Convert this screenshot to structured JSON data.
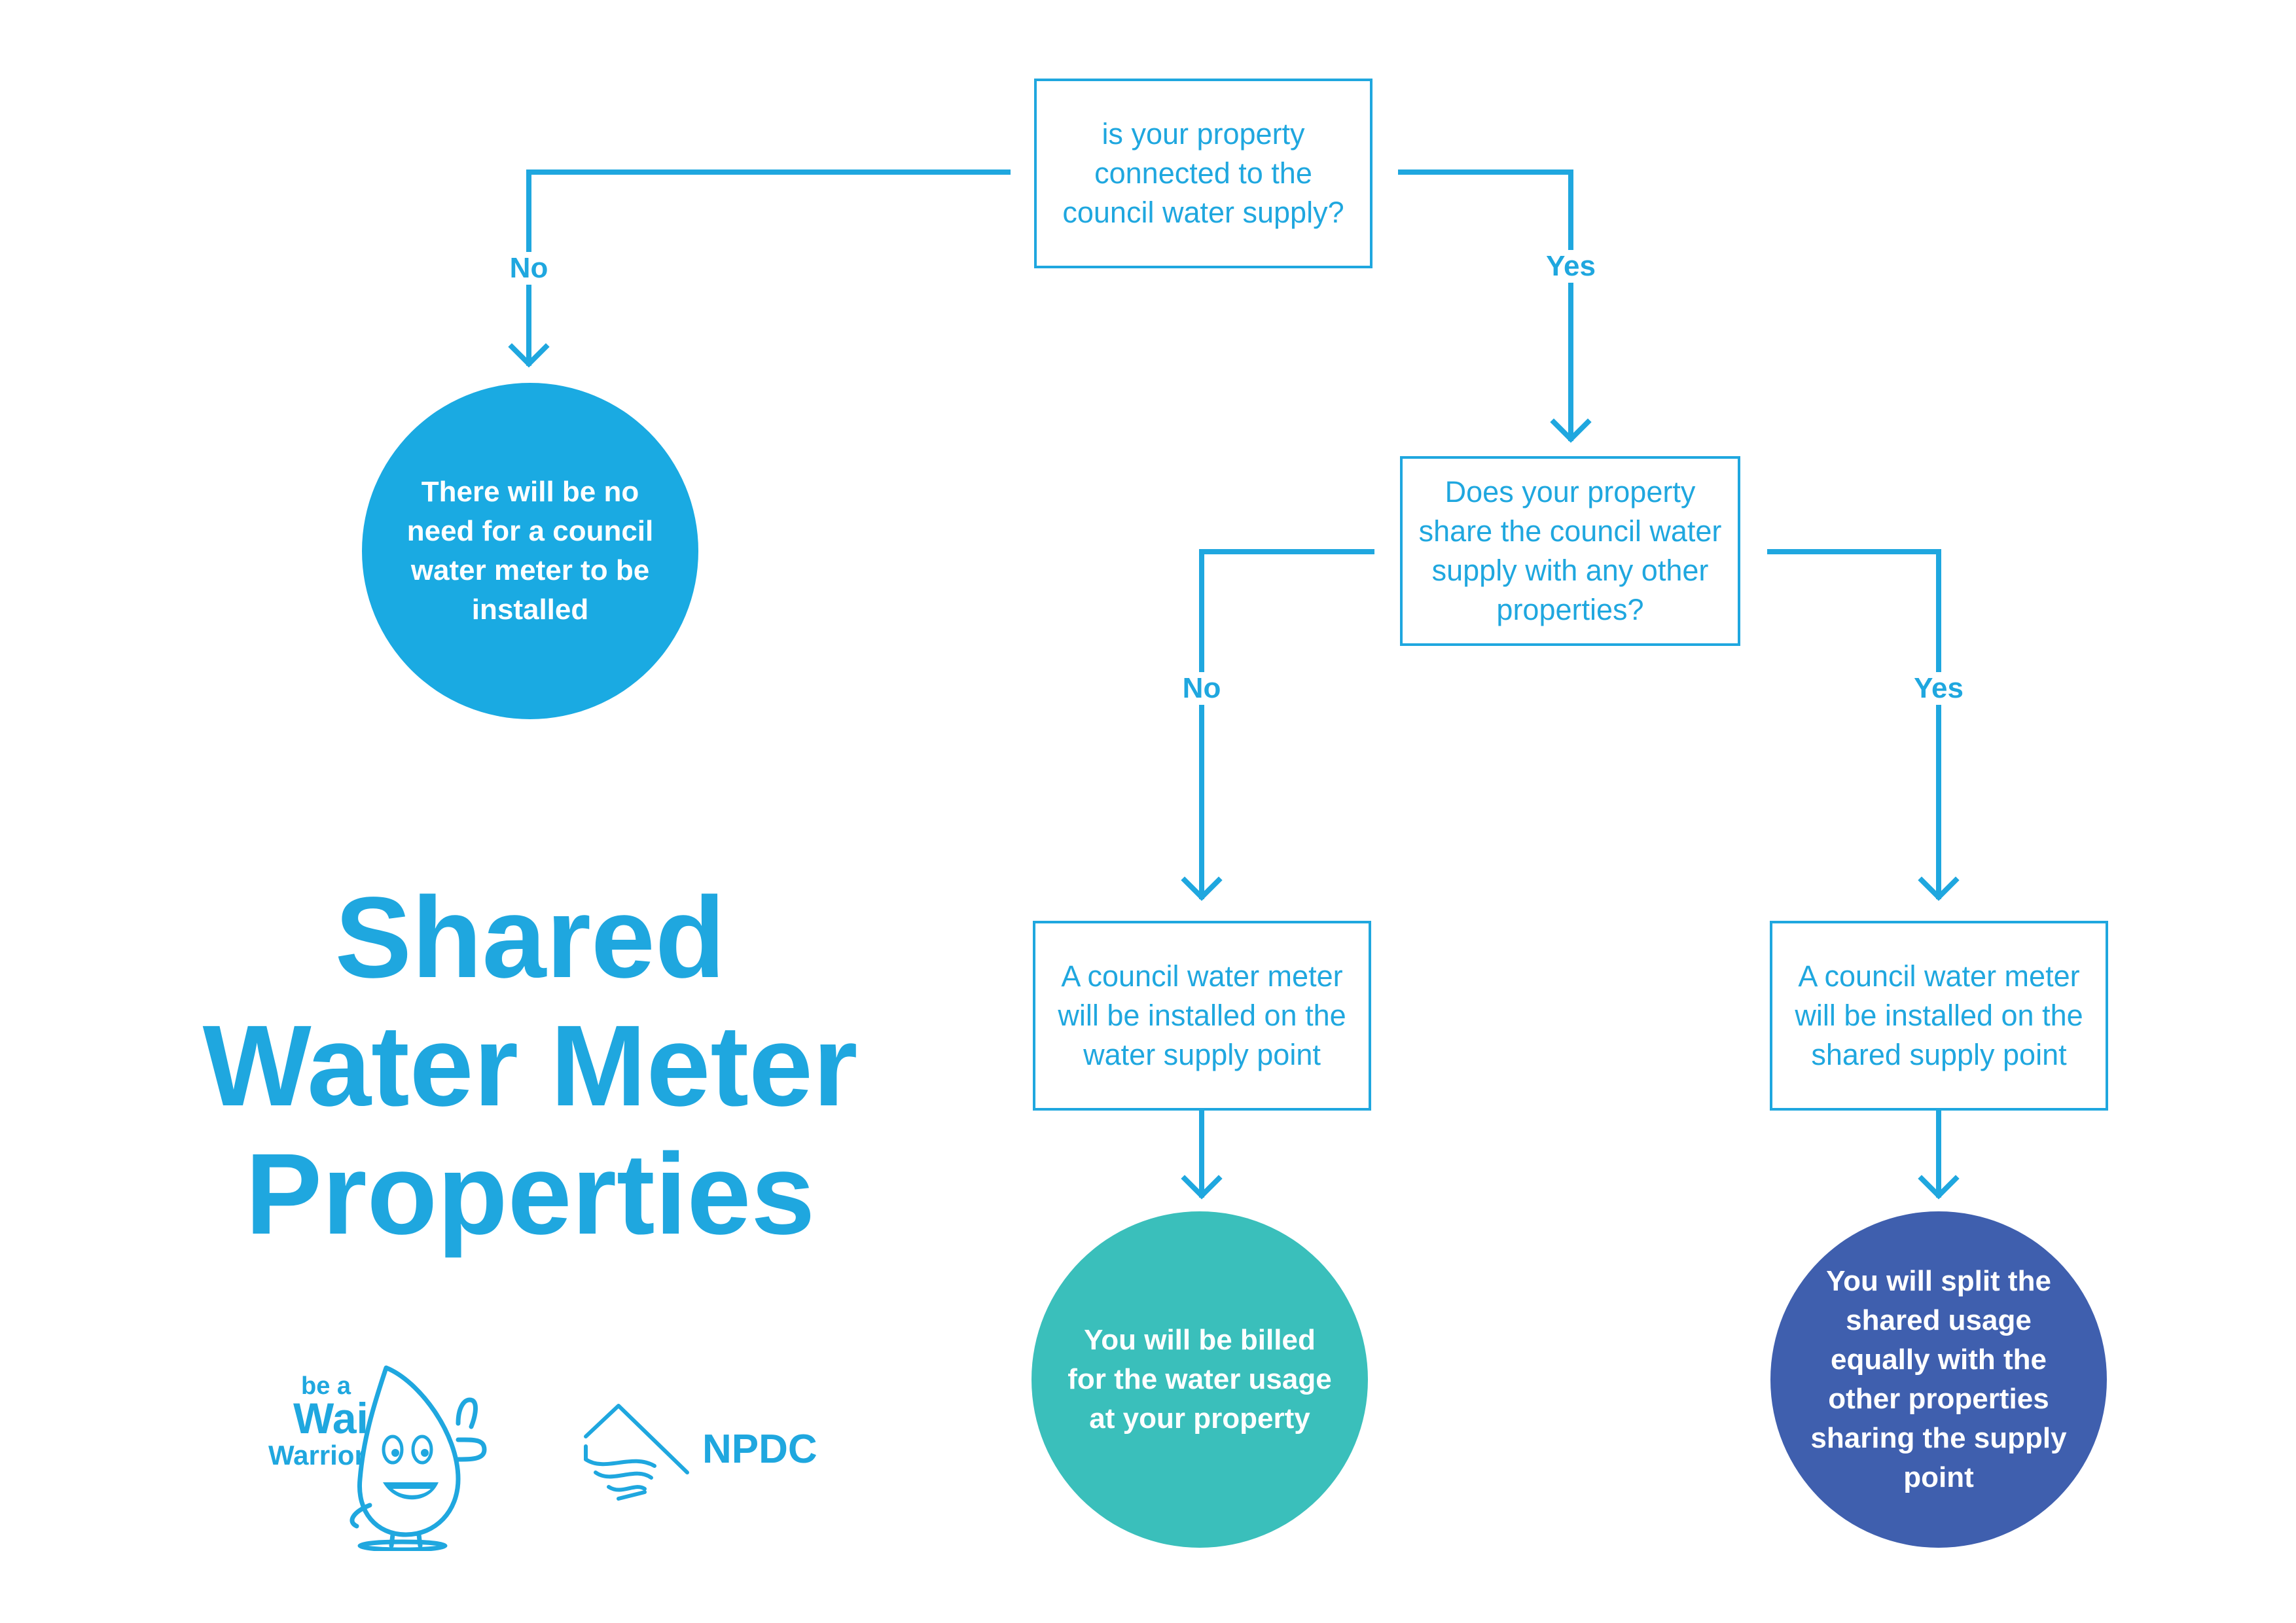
{
  "colors": {
    "primary": "#1fa7df",
    "teal": "#3abfbb",
    "navy": "#3f5fae",
    "white": "#ffffff"
  },
  "title": {
    "line1": "Shared",
    "line2": "Water Meter",
    "line3": "Properties"
  },
  "flow": {
    "q1": "is your property connected to the council water supply?",
    "q2": "Does your property share the council water supply with any other properties?",
    "r_no_connect": "There will be no need for a council water meter to be installed",
    "box_no_share": "A council water meter will be installed on the water supply point",
    "box_share": "A council water meter will be installed on the shared supply point",
    "r_billed": "You will be billed for the water usage at your property",
    "r_split": "You will split the shared usage equally with the other properties sharing the supply point",
    "label_no": "No",
    "label_yes": "Yes"
  },
  "logos": {
    "wai_line1": "be a",
    "wai_line2": "Wai",
    "wai_line3": "Warrior",
    "npdc": "NPDC"
  }
}
